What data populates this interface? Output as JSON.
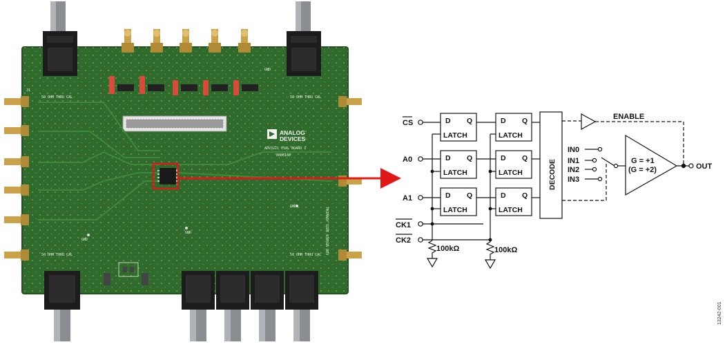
{
  "board": {
    "logo_line1": "ANALOG",
    "logo_line2": "DEVICES",
    "silk_board_name": "ADV3221 EVAL BOARD 1",
    "silk_part_no": "0000100",
    "silk_cal_label": "50 OHM THRU CAL",
    "silk_side_note": "PRIMARY SIDE 03059A REV",
    "silk_gnd": "GND",
    "silk_j": "J1",
    "colors": {
      "pcb": "#2f6b2c",
      "pcb_dark": "#244f22",
      "gold": "#c9a24a",
      "highlight": "#e01818"
    }
  },
  "schematic": {
    "inputs": {
      "cs": "CS",
      "a0": "A0",
      "a1": "A1",
      "ck1": "CK1",
      "ck2": "CK2"
    },
    "latch": {
      "d": "D",
      "q": "Q",
      "label": "LATCH"
    },
    "decode": "DECODE",
    "enable": "ENABLE",
    "channels": [
      "IN0",
      "IN1",
      "IN2",
      "IN3"
    ],
    "gain_line1": "G = +1",
    "gain_line2": "(G = +2)",
    "output": "OUT",
    "resistor": "100kΩ"
  },
  "figure_id": "13242-001"
}
